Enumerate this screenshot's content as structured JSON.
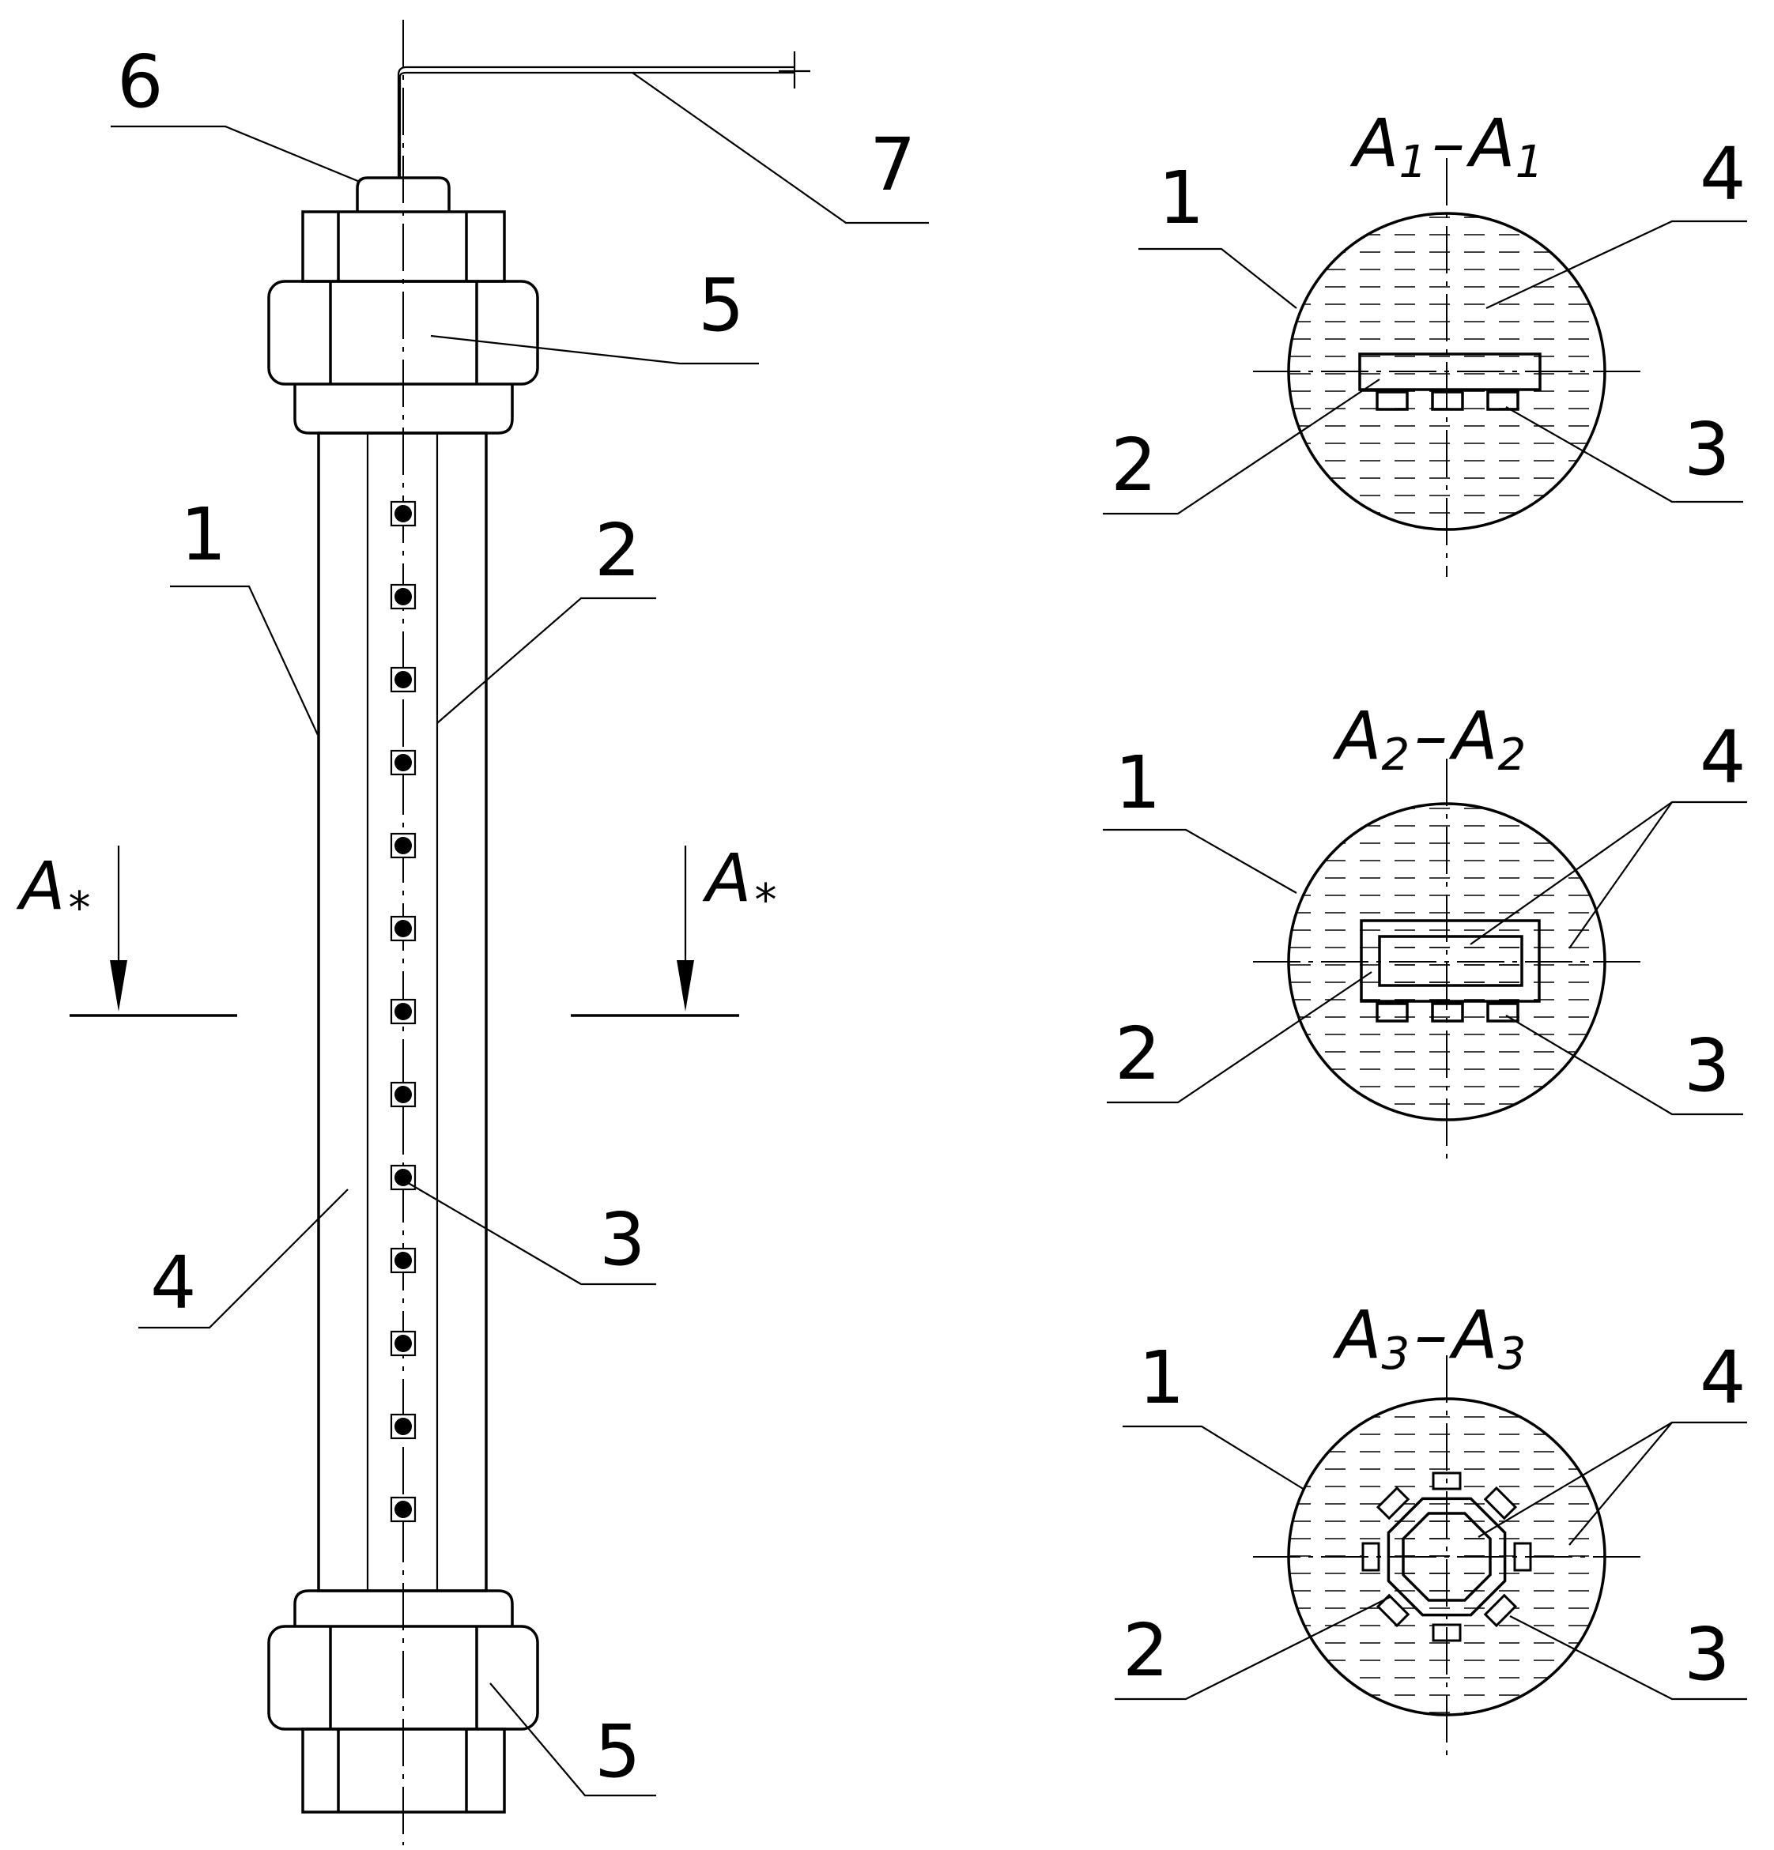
{
  "callouts": {
    "n1": "1",
    "n2": "2",
    "n3": "3",
    "n4": "4",
    "n5": "5",
    "n6": "6",
    "n7": "7"
  },
  "section_marker": {
    "letter": "A",
    "mark": "*"
  },
  "sections": [
    {
      "letter": "A",
      "index": "1",
      "dash": "–"
    },
    {
      "letter": "A",
      "index": "2",
      "dash": "–"
    },
    {
      "letter": "A",
      "index": "3",
      "dash": "–"
    }
  ],
  "led_count": 13
}
